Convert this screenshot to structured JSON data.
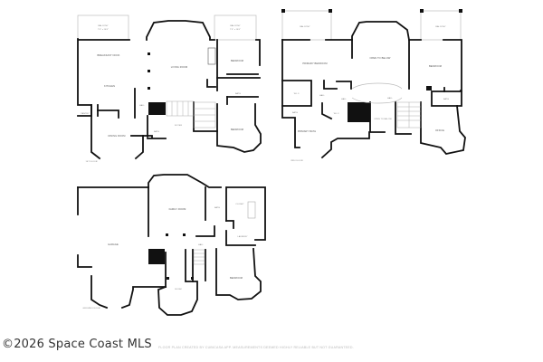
{
  "watermark": {
    "copyright": "©2026 Space Coast MLS"
  },
  "footer": {
    "disclaimer": "FLOOR PLAN CREATED BY CUBICASA APP. MEASUREMENTS DEEMED HIGHLY RELIABLE BUT NOT GUARANTEED."
  },
  "floors": [
    {
      "name": "first-floor",
      "rooms": {
        "balcony_left": "BALCONY",
        "balcony_left_dims": "7'0\" x 16'0\"",
        "balcony_right": "BALCONY",
        "balcony_right_dims": "7'0\" x 16'0\"",
        "breakfast_nook": "BREAKFAST NOOK",
        "kitchen": "KITCHEN",
        "pantry": "PANTRY",
        "dining_room": "DINING ROOM",
        "living_room": "LIVING ROOM",
        "bedroom_top": "BEDROOM",
        "bath_right": "BATH",
        "hall": "HALL",
        "bath_center": "BATH",
        "foyer": "FOYER",
        "bedroom_bottom": "BEDROOM",
        "entry_note": "1ST FLOOR"
      }
    },
    {
      "name": "second-floor",
      "rooms": {
        "balcony_left": "BALCONY",
        "balcony_right": "BALCONY",
        "primary_bedroom": "PRIMARY BEDROOM",
        "open_to_below_top": "OPEN TO BELOW",
        "bedroom": "BEDROOM",
        "wic_left": "W.I.C.",
        "hall_a": "HALL",
        "hall_b": "HALL",
        "hall_c": "HALL",
        "bath_left": "BATH",
        "wic_center": "W.I.C.",
        "open_to_below_center": "OPEN TO BELOW",
        "bath_right": "BATH",
        "primary_bath": "PRIMARY BATH",
        "office": "OFFICE",
        "floor_note": "2ND FLOOR"
      }
    },
    {
      "name": "ground-floor",
      "rooms": {
        "garage": "GARAGE",
        "family_room": "FAMILY ROOM",
        "bath": "BATH",
        "closet": "CLOSET",
        "laundry": "LAUNDRY",
        "hall": "HALL",
        "room": "ROOM",
        "bedroom": "BEDROOM",
        "floor_note": "GROUND FLOOR"
      }
    }
  ]
}
